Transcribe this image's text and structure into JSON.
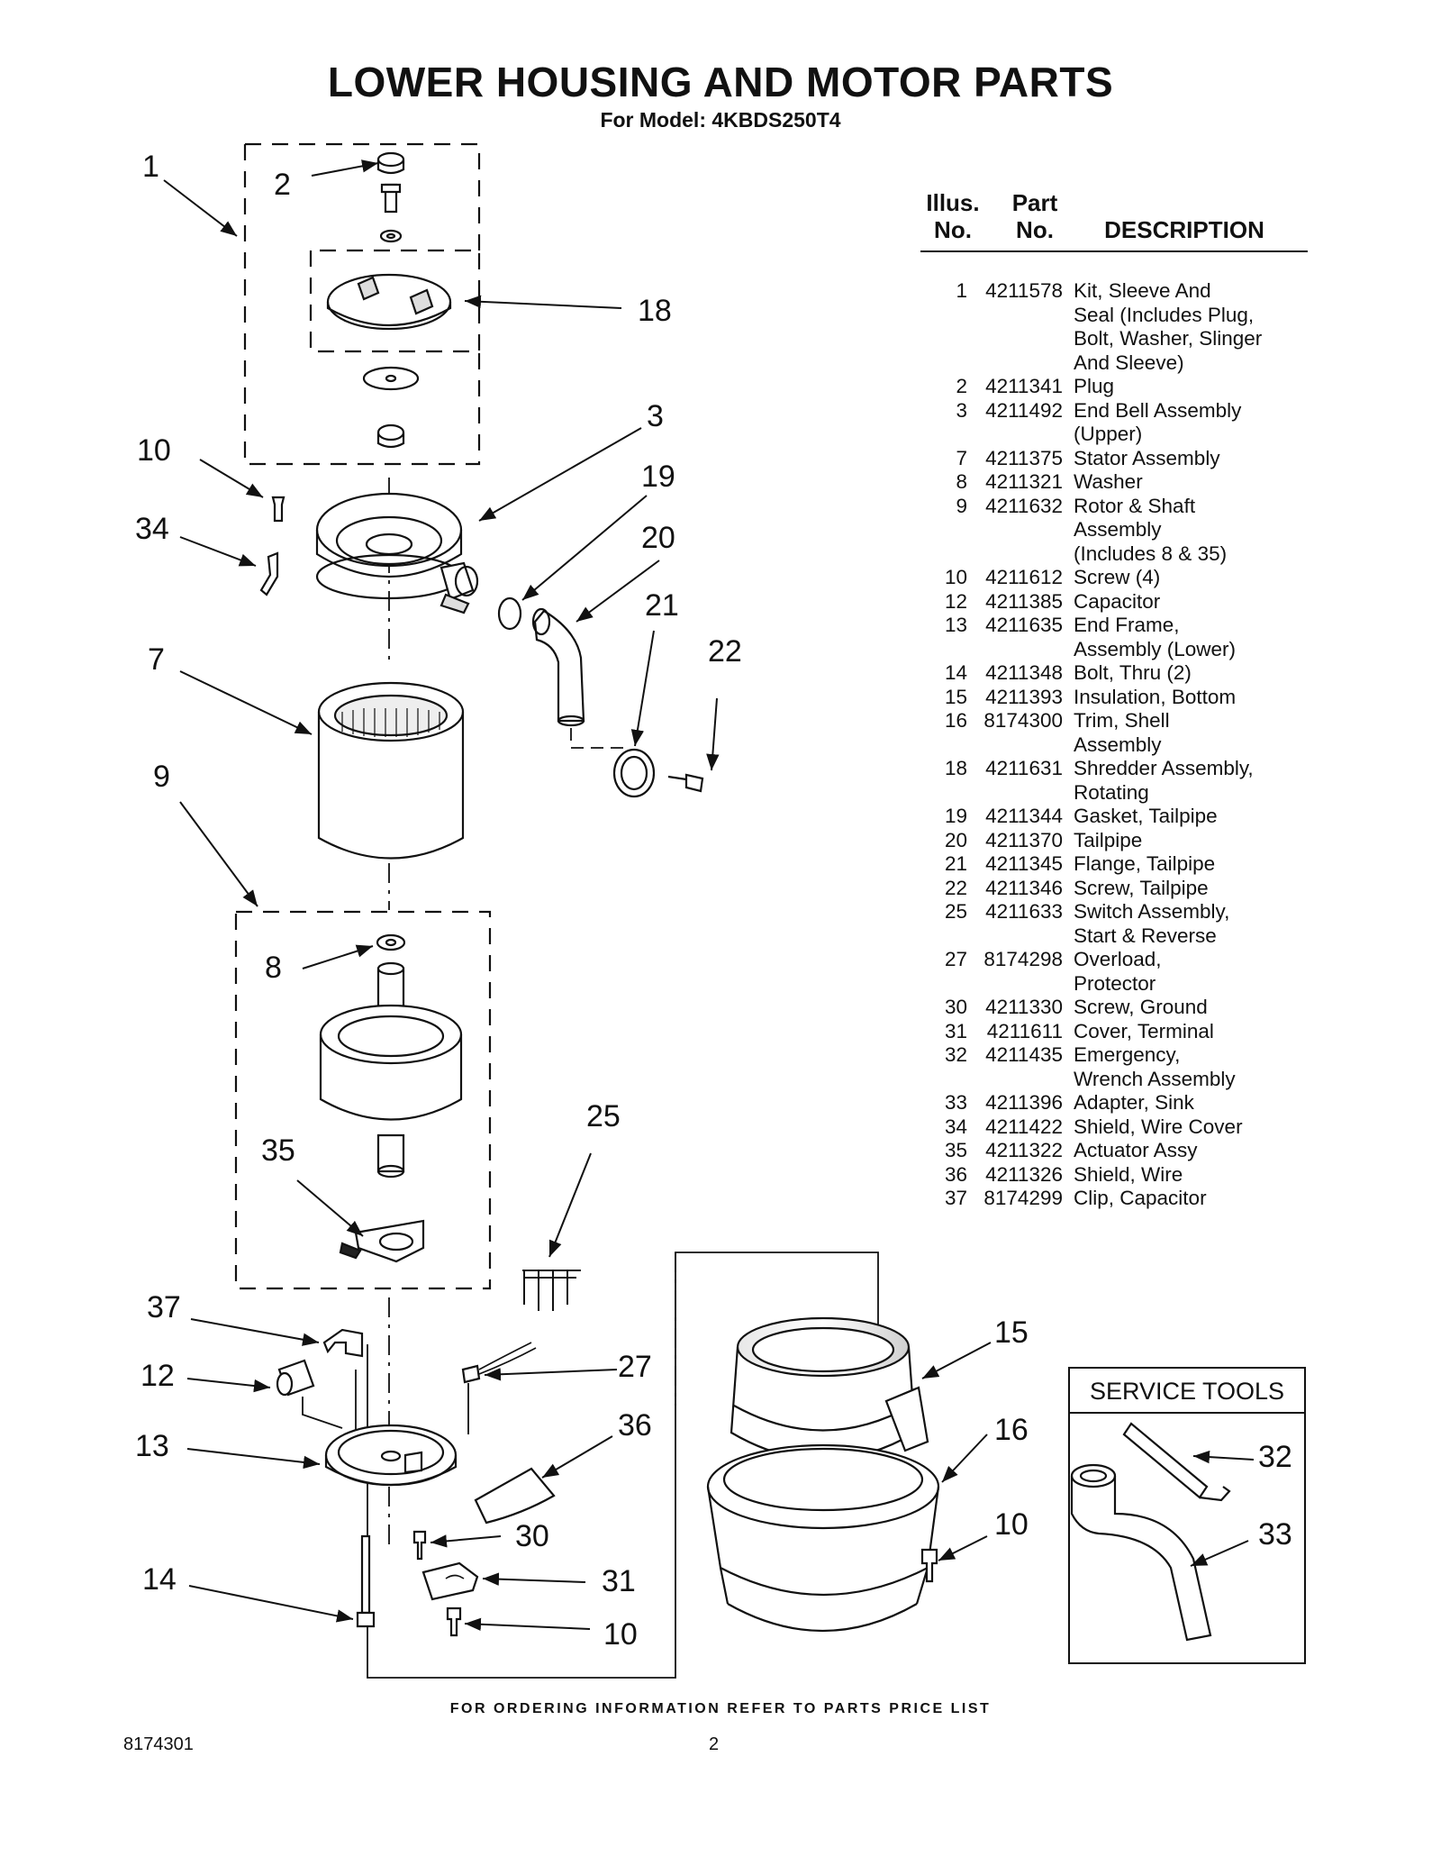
{
  "page": {
    "title": "LOWER HOUSING AND MOTOR PARTS",
    "subtitle": "For Model: 4KBDS250T4",
    "footer_note": "FOR ORDERING INFORMATION REFER TO PARTS PRICE LIST",
    "document_number": "8174301",
    "page_number": "2"
  },
  "table": {
    "headers": {
      "illus_line1": "Illus.",
      "illus_line2": "No.",
      "part_line1": "Part",
      "part_line2": "No.",
      "description": "DESCRIPTION"
    },
    "rows": [
      {
        "illus": "1",
        "part": "4211578",
        "desc": "Kit, Sleeve And\nSeal (Includes Plug,\nBolt, Washer, Slinger\nAnd Sleeve)"
      },
      {
        "illus": "2",
        "part": "4211341",
        "desc": "Plug"
      },
      {
        "illus": "3",
        "part": "4211492",
        "desc": "End Bell Assembly\n(Upper)"
      },
      {
        "illus": "7",
        "part": "4211375",
        "desc": "Stator Assembly"
      },
      {
        "illus": "8",
        "part": "4211321",
        "desc": "Washer"
      },
      {
        "illus": "9",
        "part": "4211632",
        "desc": "Rotor & Shaft\nAssembly\n(Includes 8 & 35)"
      },
      {
        "illus": "10",
        "part": "4211612",
        "desc": "Screw (4)"
      },
      {
        "illus": "12",
        "part": "4211385",
        "desc": "Capacitor"
      },
      {
        "illus": "13",
        "part": "4211635",
        "desc": "End Frame,\nAssembly (Lower)"
      },
      {
        "illus": "14",
        "part": "4211348",
        "desc": "Bolt, Thru (2)"
      },
      {
        "illus": "15",
        "part": "4211393",
        "desc": "Insulation, Bottom"
      },
      {
        "illus": "16",
        "part": "8174300",
        "desc": "Trim, Shell\nAssembly"
      },
      {
        "illus": "18",
        "part": "4211631",
        "desc": "Shredder Assembly,\nRotating"
      },
      {
        "illus": "19",
        "part": "4211344",
        "desc": "Gasket, Tailpipe"
      },
      {
        "illus": "20",
        "part": "4211370",
        "desc": "Tailpipe"
      },
      {
        "illus": "21",
        "part": "4211345",
        "desc": "Flange, Tailpipe"
      },
      {
        "illus": "22",
        "part": "4211346",
        "desc": "Screw, Tailpipe"
      },
      {
        "illus": "25",
        "part": "4211633",
        "desc": "Switch Assembly,\nStart & Reverse"
      },
      {
        "illus": "27",
        "part": "8174298",
        "desc": "Overload,\nProtector"
      },
      {
        "illus": "30",
        "part": "4211330",
        "desc": "Screw, Ground"
      },
      {
        "illus": "31",
        "part": "4211611",
        "desc": "Cover, Terminal"
      },
      {
        "illus": "32",
        "part": "4211435",
        "desc": "Emergency,\nWrench Assembly"
      },
      {
        "illus": "33",
        "part": "4211396",
        "desc": "Adapter, Sink"
      },
      {
        "illus": "34",
        "part": "4211422",
        "desc": "Shield, Wire Cover"
      },
      {
        "illus": "35",
        "part": "4211322",
        "desc": "Actuator Assy"
      },
      {
        "illus": "36",
        "part": "4211326",
        "desc": "Shield, Wire"
      },
      {
        "illus": "37",
        "part": "8174299",
        "desc": "Clip, Capacitor"
      }
    ]
  },
  "service_tools": {
    "title": "SERVICE TOOLS"
  },
  "callouts": {
    "c1": "1",
    "c2": "2",
    "c18": "18",
    "c3": "3",
    "c10a": "10",
    "c19": "19",
    "c34": "34",
    "c20": "20",
    "c21": "21",
    "c7": "7",
    "c22": "22",
    "c9": "9",
    "c8": "8",
    "c25": "25",
    "c35": "35",
    "c37": "37",
    "c15": "15",
    "c12": "12",
    "c27": "27",
    "c13": "13",
    "c36": "36",
    "c16": "16",
    "c32": "32",
    "c30": "30",
    "c10b": "10",
    "c33": "33",
    "c14": "14",
    "c31": "31",
    "c10c": "10"
  }
}
